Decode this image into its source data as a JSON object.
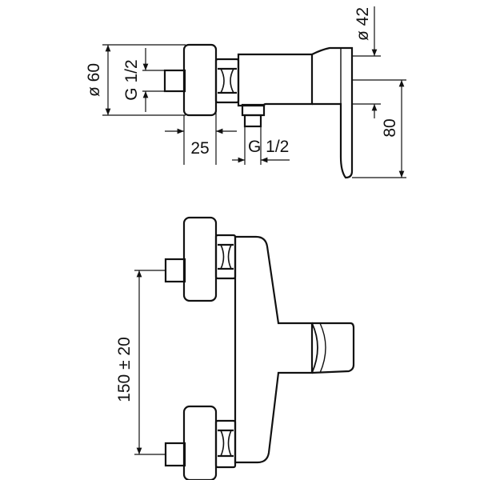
{
  "labels": {
    "dia_60": "ø 60",
    "g12_side": "G 1/2",
    "dia_42": "ø 42",
    "dim_80": "80",
    "dim_25": "25",
    "g12_bottom": "G 1/2",
    "dim_150": "150 ± 20"
  },
  "colors": {
    "stroke": "#111111",
    "background": "#ffffff"
  }
}
